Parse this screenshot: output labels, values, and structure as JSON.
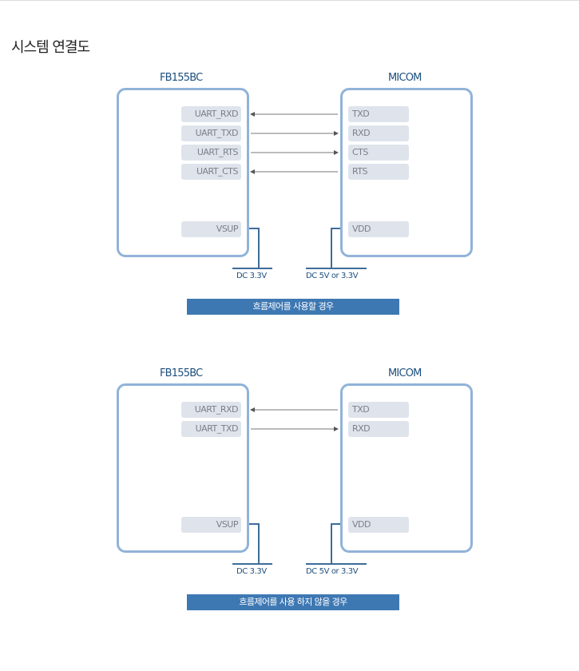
{
  "page": {
    "title": "시스템 연결도"
  },
  "diagrams": [
    {
      "left_device": "FB155BC",
      "right_device": "MICOM",
      "left_pins": [
        "UART_RXD",
        "UART_TXD",
        "UART_RTS",
        "UART_CTS",
        "VSUP"
      ],
      "right_pins": [
        "TXD",
        "RXD",
        "CTS",
        "RTS",
        "VDD"
      ],
      "left_supply": "DC 3.3V",
      "right_supply": "DC 5V or 3.3V",
      "caption": "흐름제어를 사용할 경우"
    },
    {
      "left_device": "FB155BC",
      "right_device": "MICOM",
      "left_pins": [
        "UART_RXD",
        "UART_TXD",
        "VSUP"
      ],
      "right_pins": [
        "TXD",
        "RXD",
        "VDD"
      ],
      "left_supply": "DC 3.3V",
      "right_supply": "DC 5V or 3.3V",
      "caption": "흐름제어를 사용 하지 않을 경우"
    }
  ],
  "colors": {
    "box_border": "#91b3d8",
    "pin_bg": "#dfe4ec",
    "line": "#3e6c9a",
    "caption_bg": "#3e78b3",
    "label": "#1d4f7e"
  }
}
